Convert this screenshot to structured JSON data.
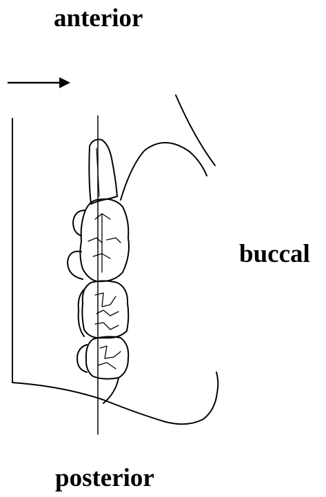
{
  "labels": {
    "anterior": "anterior",
    "buccal": "buccal",
    "posterior": "posterior"
  },
  "figure": {
    "arrow_icon": "right-arrow-icon",
    "stroke_color": "#000000"
  }
}
